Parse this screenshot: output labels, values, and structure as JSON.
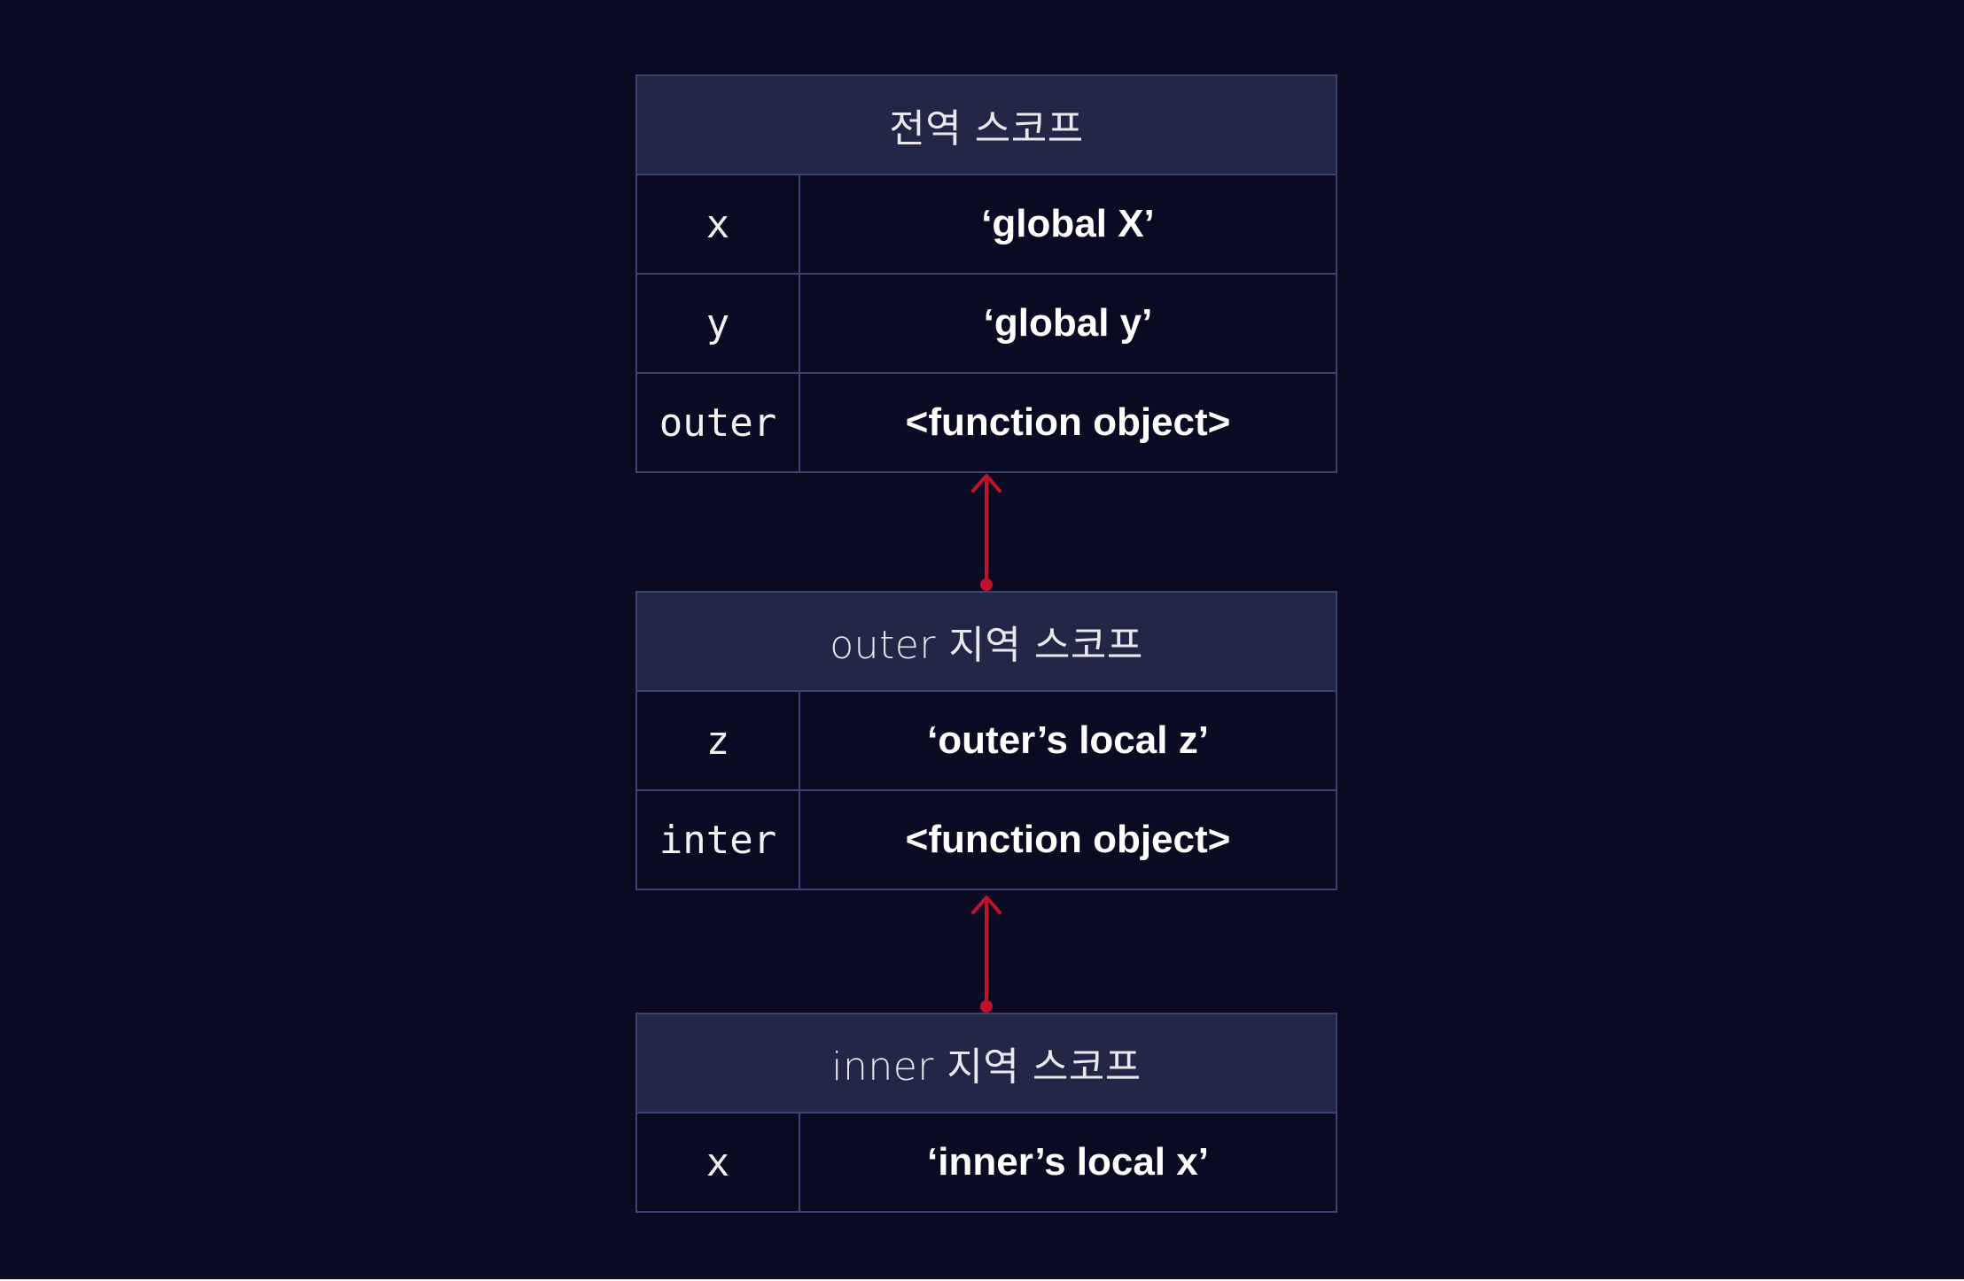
{
  "colors": {
    "background": "#0a0b22",
    "header_bg": "#222748",
    "border": "#3b4470",
    "arrow": "#c0112d",
    "text": "#ffffff"
  },
  "scopes": [
    {
      "title": "전역 스코프",
      "rows": [
        {
          "name": "x",
          "value": "‘global X’"
        },
        {
          "name": "y",
          "value": "‘global y’"
        },
        {
          "name": "outer",
          "value": "<function object>"
        }
      ]
    },
    {
      "title": "outer 지역 스코프",
      "rows": [
        {
          "name": "z",
          "value": "‘outer’s local z’"
        },
        {
          "name": "inter",
          "value": "<function object>"
        }
      ]
    },
    {
      "title": "inner 지역 스코프",
      "rows": [
        {
          "name": "x",
          "value": "‘inner’s local x’"
        }
      ]
    }
  ]
}
